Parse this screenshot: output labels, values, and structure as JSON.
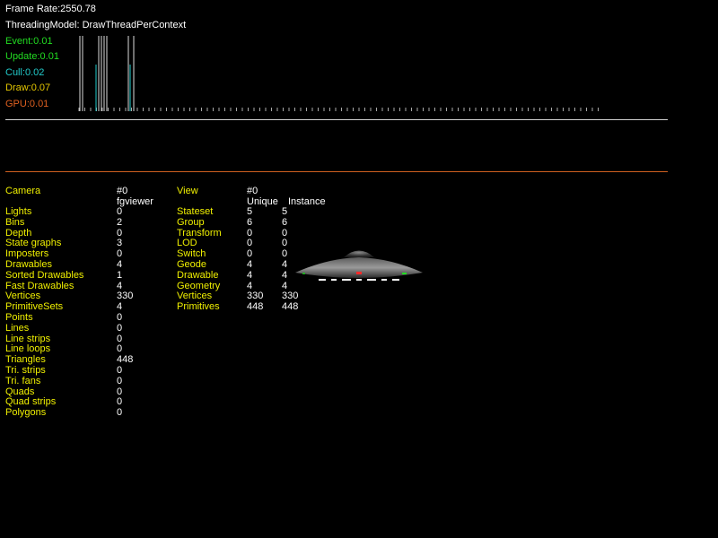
{
  "header": {
    "frame_rate": "Frame Rate:2550.78",
    "threading_model": "ThreadingModel: DrawThreadPerContext"
  },
  "timings": [
    {
      "label": "Event:0.01",
      "color": "#22dd22"
    },
    {
      "label": "Update:0.01",
      "color": "#22dd22"
    },
    {
      "label": "Cull:0.02",
      "color": "#22cccc"
    },
    {
      "label": "Draw:0.07",
      "color": "#e6c800"
    },
    {
      "label": "GPU:0.01",
      "color": "#e06020"
    }
  ],
  "divider_colors": {
    "upper": "#d0d0d0",
    "lower": "#d06020"
  },
  "camera": {
    "title": "Camera",
    "index": "#0",
    "name": "fgviewer",
    "rows": [
      {
        "label": "Lights",
        "value": "0"
      },
      {
        "label": "Bins",
        "value": "2"
      },
      {
        "label": "Depth",
        "value": "0"
      },
      {
        "label": "State graphs",
        "value": "3"
      },
      {
        "label": "Imposters",
        "value": "0"
      },
      {
        "label": "Drawables",
        "value": "4"
      },
      {
        "label": "Sorted Drawables",
        "value": "1"
      },
      {
        "label": "Fast Drawables",
        "value": "4"
      },
      {
        "label": "Vertices",
        "value": "330"
      },
      {
        "label": "PrimitiveSets",
        "value": "4"
      },
      {
        "label": "Points",
        "value": "0"
      },
      {
        "label": "Lines",
        "value": "0"
      },
      {
        "label": "Line strips",
        "value": "0"
      },
      {
        "label": "Line loops",
        "value": "0"
      },
      {
        "label": "Triangles",
        "value": "448"
      },
      {
        "label": "Tri. strips",
        "value": "0"
      },
      {
        "label": "Tri. fans",
        "value": "0"
      },
      {
        "label": "Quads",
        "value": "0"
      },
      {
        "label": "Quad strips",
        "value": "0"
      },
      {
        "label": "Polygons",
        "value": "0"
      }
    ]
  },
  "view": {
    "title": "View",
    "index": "#0",
    "col_unique": "Unique",
    "col_instance": "Instance",
    "rows": [
      {
        "label": "Stateset",
        "unique": "5",
        "instance": "5"
      },
      {
        "label": "Group",
        "unique": "6",
        "instance": "6"
      },
      {
        "label": "Transform",
        "unique": "0",
        "instance": "0"
      },
      {
        "label": "LOD",
        "unique": "0",
        "instance": "0"
      },
      {
        "label": "Switch",
        "unique": "0",
        "instance": "0"
      },
      {
        "label": "Geode",
        "unique": "4",
        "instance": "4"
      },
      {
        "label": "Drawable",
        "unique": "4",
        "instance": "4"
      },
      {
        "label": "Geometry",
        "unique": "4",
        "instance": "4"
      },
      {
        "label": "Vertices",
        "unique": "330",
        "instance": "330"
      },
      {
        "label": "Primitives",
        "unique": "448",
        "instance": "448"
      }
    ]
  }
}
